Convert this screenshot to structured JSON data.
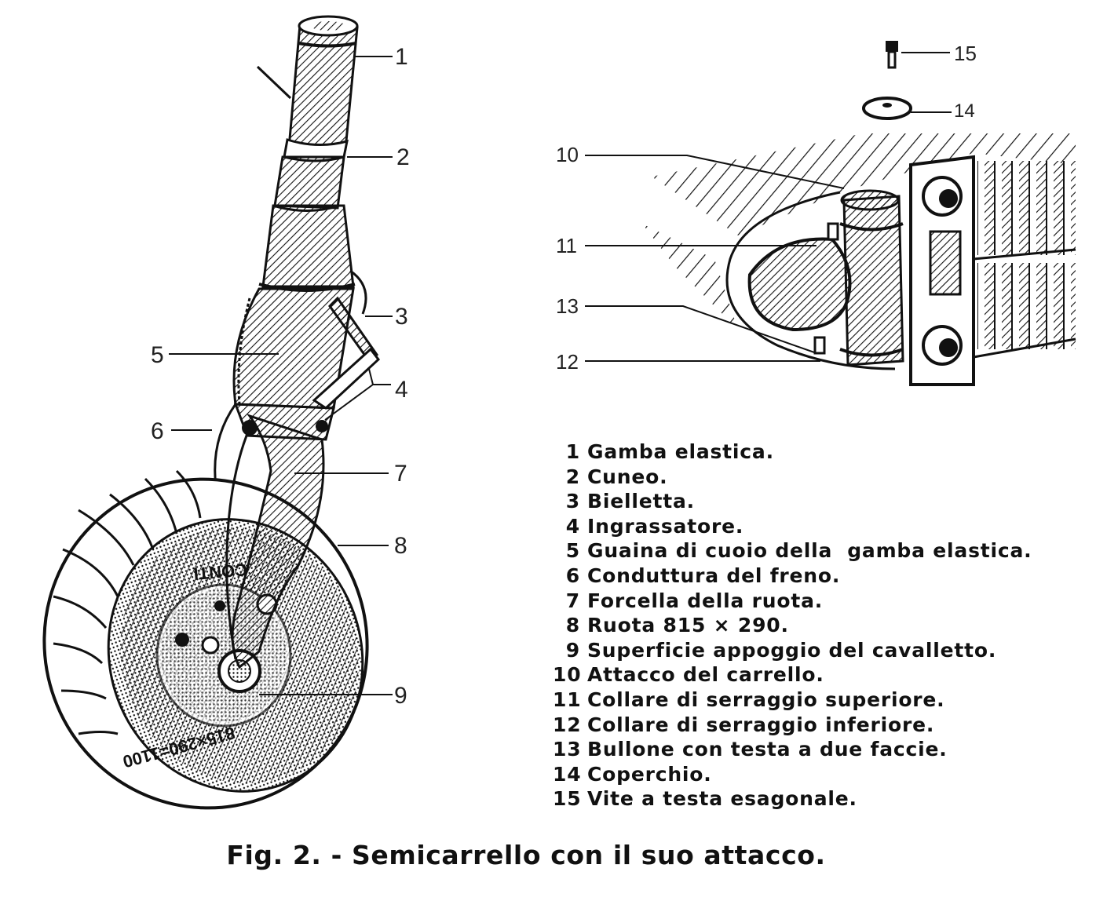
{
  "figure": {
    "caption": "Fig. 2. - Semicarrello con il suo attacco.",
    "tire_markings": {
      "brand": "CONTI",
      "size": "815×290=1100"
    }
  },
  "callouts": {
    "left_view": [
      "1",
      "2",
      "3",
      "4",
      "5",
      "6",
      "7",
      "8",
      "9"
    ],
    "right_view": [
      "10",
      "11",
      "13",
      "12",
      "15",
      "14"
    ]
  },
  "legend": [
    {
      "num": "1",
      "label": "Gamba elastica."
    },
    {
      "num": "2",
      "label": "Cuneo."
    },
    {
      "num": "3",
      "label": "Bielletta."
    },
    {
      "num": "4",
      "label": "Ingrassatore."
    },
    {
      "num": "5",
      "label": "Guaina di cuoio della  gamba elastica."
    },
    {
      "num": "6",
      "label": "Conduttura del freno."
    },
    {
      "num": "7",
      "label": "Forcella della ruota."
    },
    {
      "num": "8",
      "label": "Ruota 815 × 290."
    },
    {
      "num": "9",
      "label": "Superficie appoggio del cavalletto."
    },
    {
      "num": "10",
      "label": "Attacco del carrello."
    },
    {
      "num": "11",
      "label": "Collare di serraggio superiore."
    },
    {
      "num": "12",
      "label": "Collare di serraggio inferiore."
    },
    {
      "num": "13",
      "label": "Bullone con testa a due faccie."
    },
    {
      "num": "14",
      "label": "Coperchio."
    },
    {
      "num": "15",
      "label": "Vite a testa esagonale."
    }
  ]
}
